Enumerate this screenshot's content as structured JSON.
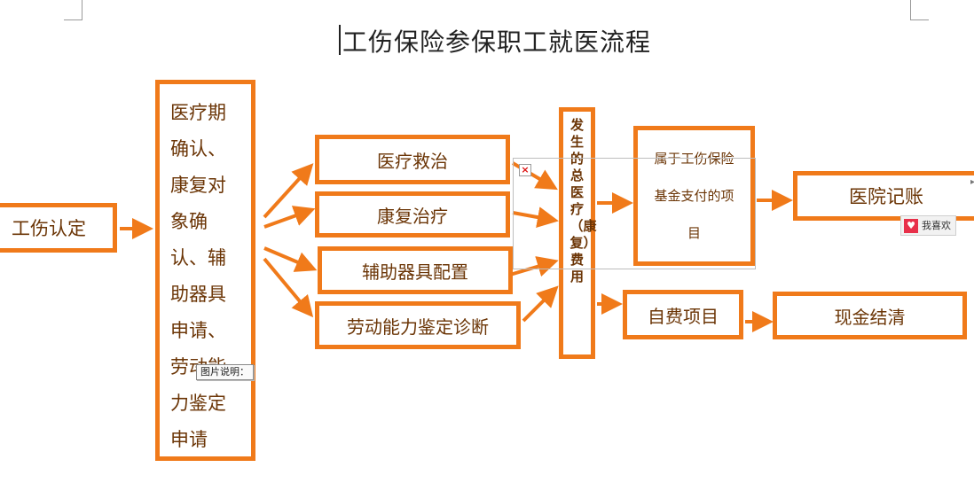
{
  "title": "工伤保险参保职工就医流程",
  "nodes": {
    "injury": "工伤认定",
    "apply": "医疗期\n确认、\n康复对\n象确\n认、辅\n助器具\n申请、\n劳动能\n力鉴定\n申请",
    "treat": "医疗救治",
    "rehab": "康复治疗",
    "aids": "辅助器具配置",
    "assess": "劳动能力鉴定诊断",
    "total": "发生的总医疗（康复）费用",
    "fund": "属于工伤保险基金支付的项目",
    "hospital": "医院记账",
    "self": "自费项目",
    "cash": "现金结清"
  },
  "overlays": {
    "close": "×",
    "caption_tip": "图片说明：",
    "like": "我喜欢",
    "like_icon": "heart-icon"
  },
  "colors": {
    "box_border": "#f07a1a",
    "text": "#6b3506"
  }
}
